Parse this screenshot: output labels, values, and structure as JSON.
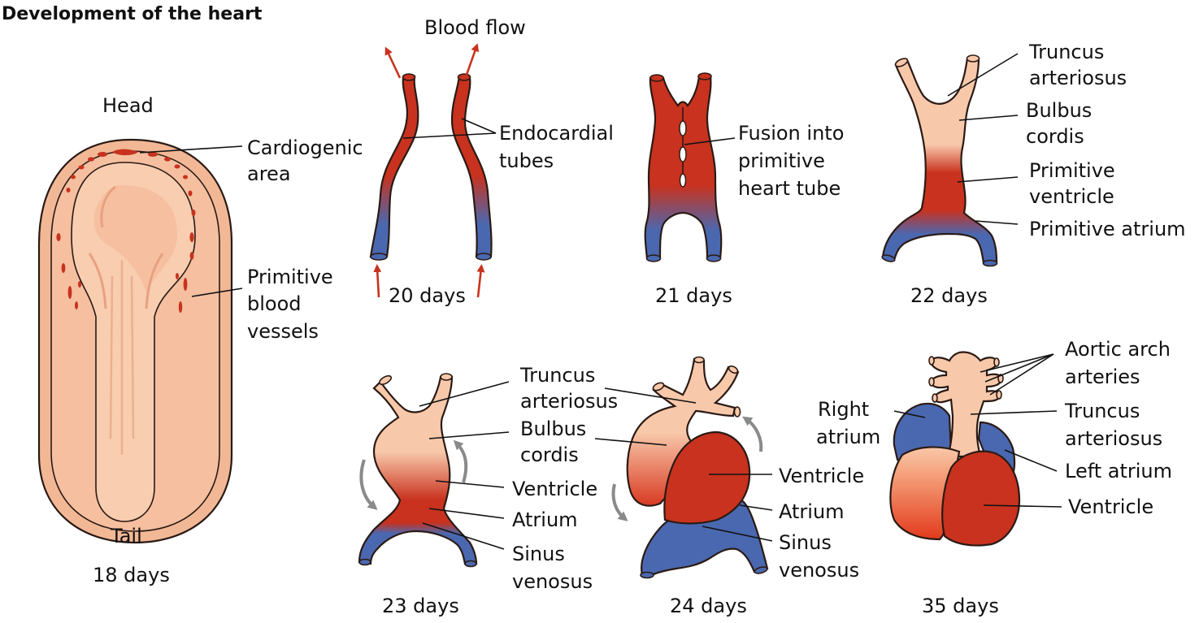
{
  "title": "Development of the heart",
  "colors": {
    "arterial_red": "#c8321e",
    "venous_blue": "#4a68b0",
    "peach": "#f8c8aa",
    "embryo_skin": "#f2b896",
    "rotation_arrow": "#8a8a8a"
  },
  "stage_18": {
    "head": "Head",
    "tail": "Tail",
    "cardiogenic_1": "Cardiogenic",
    "cardiogenic_2": "area",
    "vessels_1": "Primitive",
    "vessels_2": "blood",
    "vessels_3": "vessels",
    "caption": "18 days"
  },
  "stage_20": {
    "blood_flow": "Blood flow",
    "endo_1": "Endocardial",
    "endo_2": "tubes",
    "caption": "20 days"
  },
  "stage_21": {
    "fusion_1": "Fusion into",
    "fusion_2": "primitive",
    "fusion_3": "heart tube",
    "caption": "21 days"
  },
  "stage_22": {
    "truncus_1": "Truncus",
    "truncus_2": "arteriosus",
    "bulbus_1": "Bulbus",
    "bulbus_2": "cordis",
    "ventricle_1": "Primitive",
    "ventricle_2": "ventricle",
    "atrium": "Primitive atrium",
    "caption": "22 days"
  },
  "stage_23": {
    "truncus_1": "Truncus",
    "truncus_2": "arteriosus",
    "bulbus_1": "Bulbus",
    "bulbus_2": "cordis",
    "ventricle": "Ventricle",
    "atrium": "Atrium",
    "sinus_1": "Sinus",
    "sinus_2": "venosus",
    "caption": "23 days"
  },
  "stage_24": {
    "ventricle": "Ventricle",
    "atrium": "Atrium",
    "sinus_1": "Sinus",
    "sinus_2": "venosus",
    "caption": "24 days"
  },
  "stage_35": {
    "aortic_1": "Aortic arch",
    "aortic_2": "arteries",
    "right_atrium_1": "Right",
    "right_atrium_2": "atrium",
    "truncus_1": "Truncus",
    "truncus_2": "arteriosus",
    "left_atrium": "Left atrium",
    "ventricle": "Ventricle",
    "caption": "35 days"
  }
}
